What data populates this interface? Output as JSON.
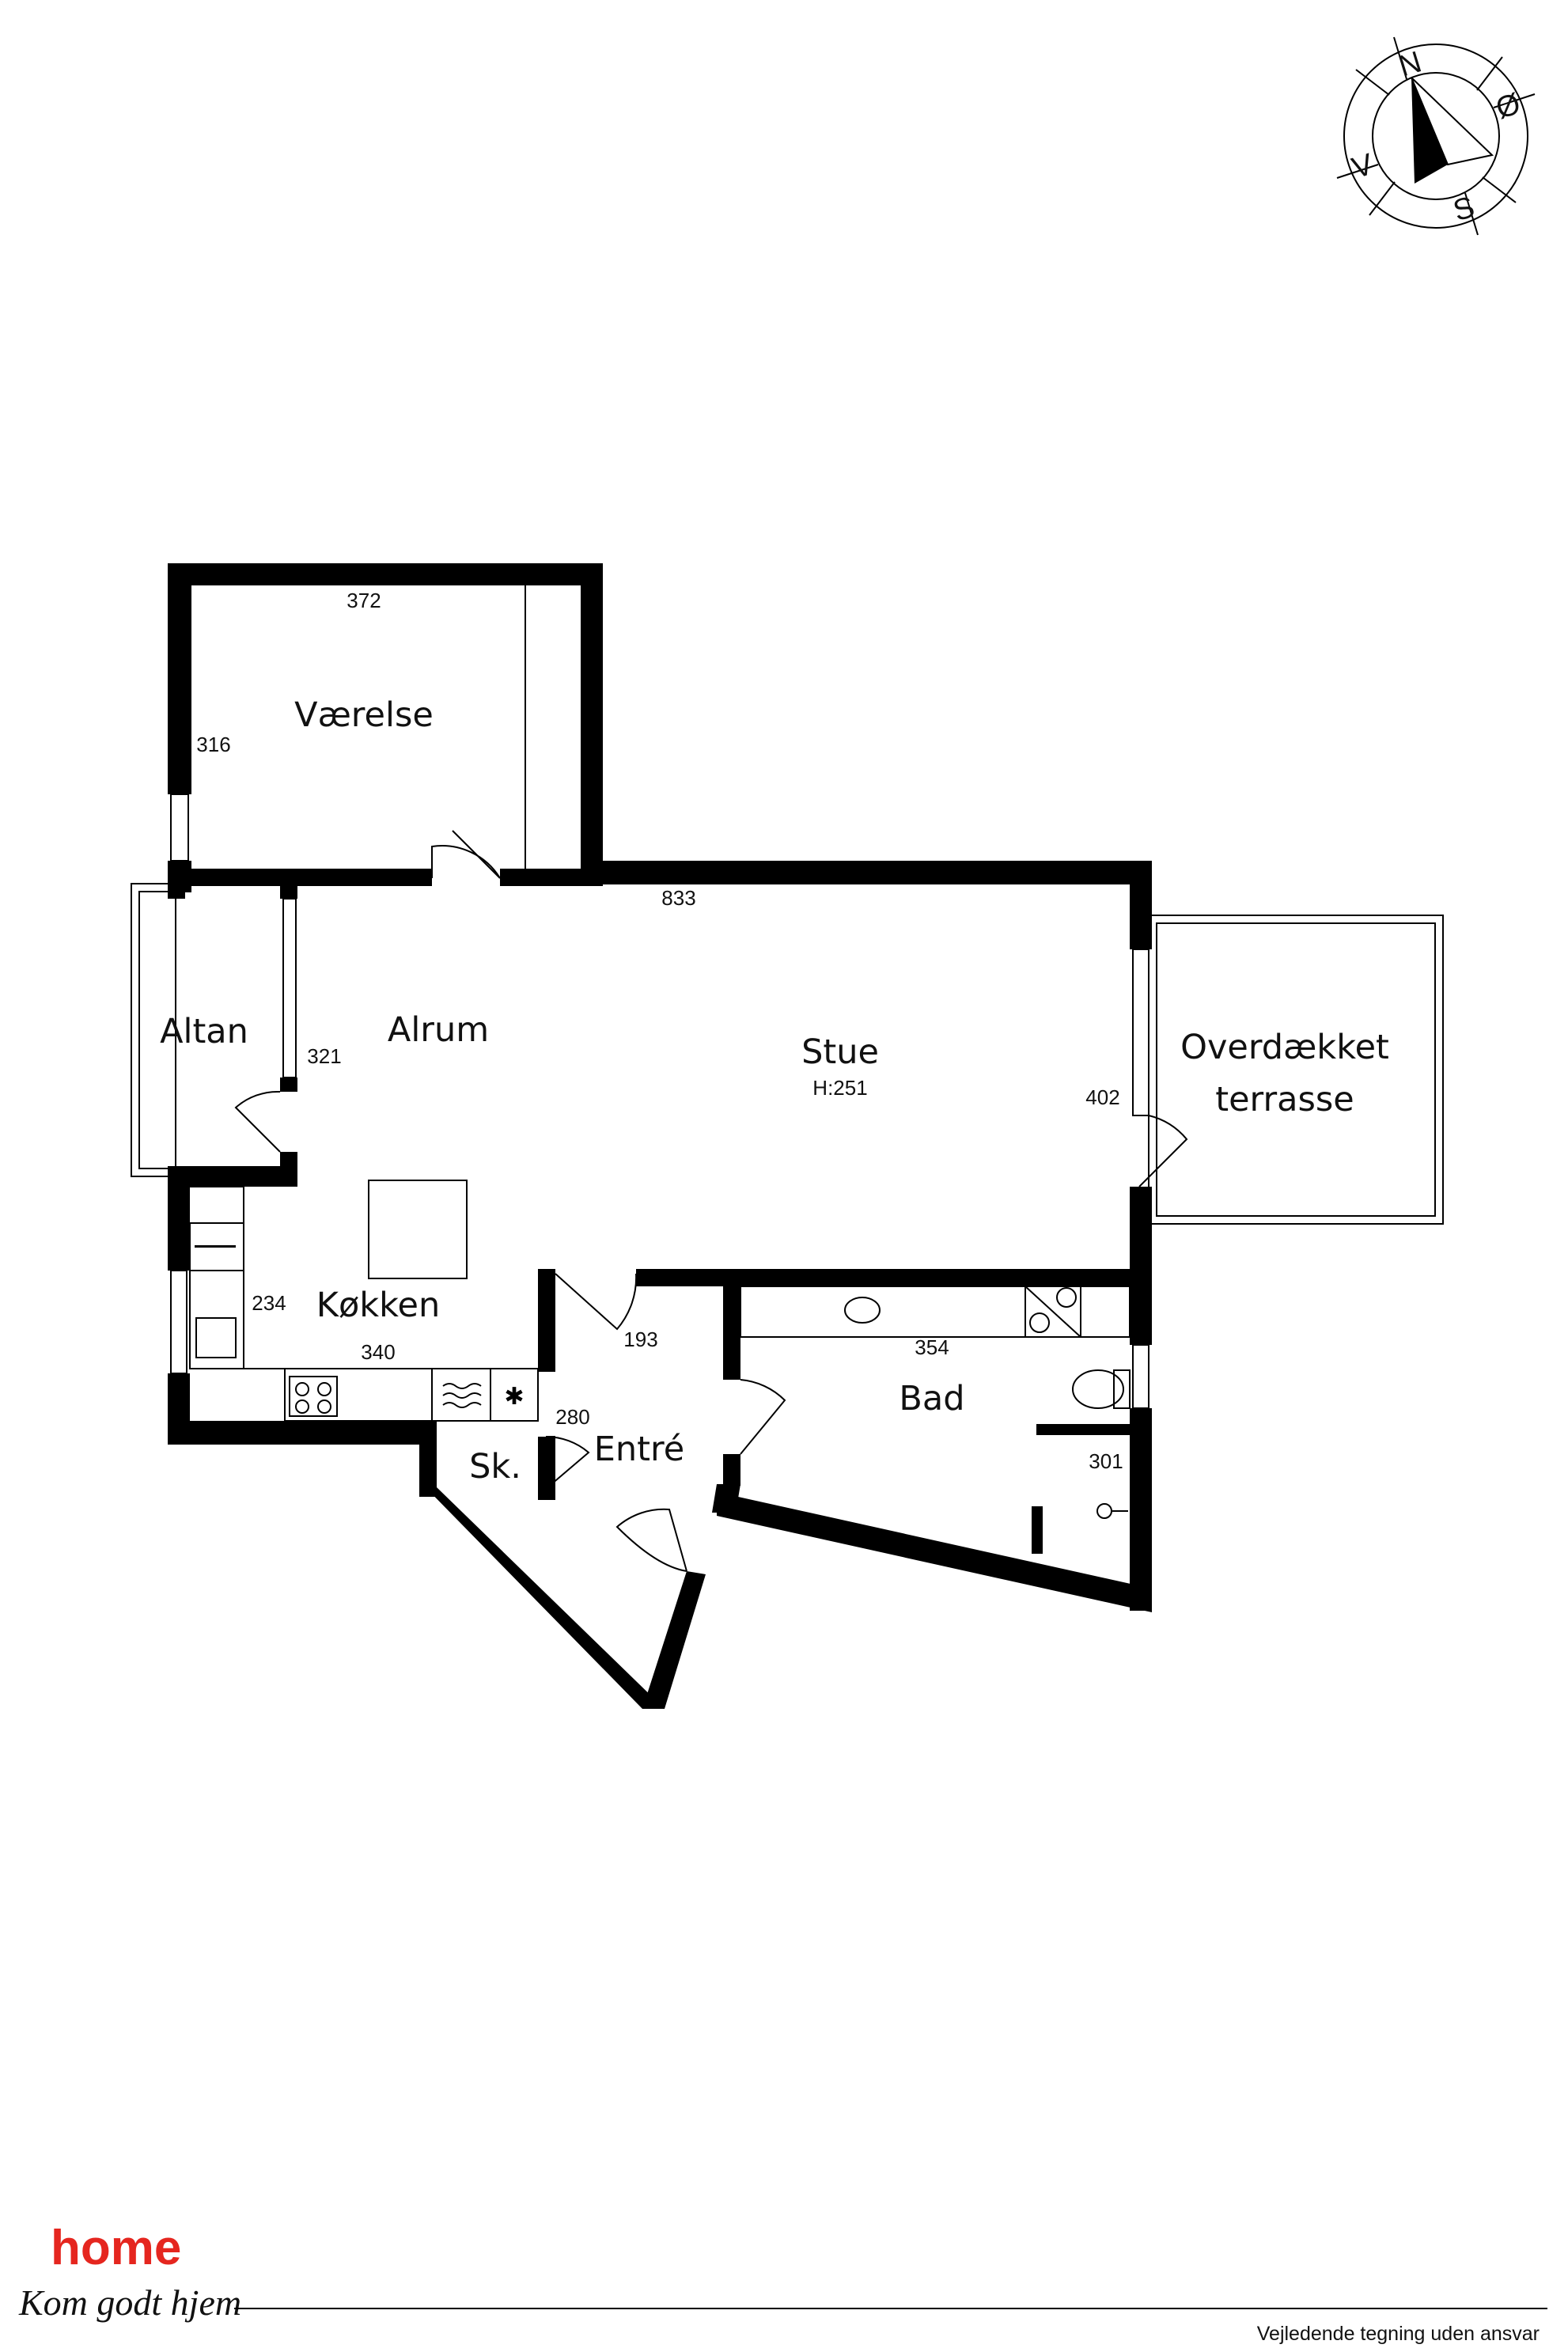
{
  "compass": {
    "north": "N",
    "east": "Ø",
    "south": "S",
    "west": "V"
  },
  "rooms": {
    "vaerelse": "Værelse",
    "altan": "Altan",
    "alrum": "Alrum",
    "stue": "Stue",
    "stue_height": "H:251",
    "terrasse_line1": "Overdækket",
    "terrasse_line2": "terrasse",
    "koekken": "Køkken",
    "entre": "Entré",
    "skab": "Sk.",
    "bad": "Bad"
  },
  "dimensions": {
    "vaerelse_width": "372",
    "vaerelse_depth": "316",
    "stue_length": "833",
    "alrum_depth": "321",
    "stue_depth": "402",
    "koekken_depth": "234",
    "koekken_width": "340",
    "entre_width": "193",
    "entre_depth": "280",
    "bad_width": "354",
    "bad_depth": "301"
  },
  "brand": {
    "name": "home",
    "tagline": "Kom godt hjem",
    "color": "#e5261f"
  },
  "footer": {
    "disclaimer": "Vejledende tegning uden ansvar"
  }
}
